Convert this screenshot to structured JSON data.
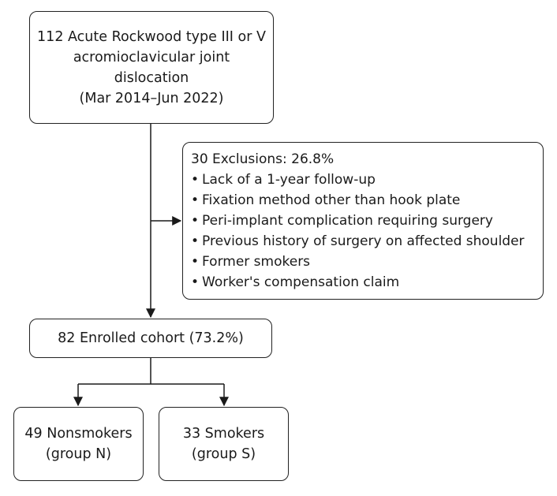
{
  "top_box": {
    "lines": [
      "112 Acute Rockwood type III or V",
      "acromioclavicular joint",
      "dislocation",
      "(Mar 2014–Jun 2022)"
    ]
  },
  "exclusions_box": {
    "title": "30 Exclusions: 26.8%",
    "items": [
      "Lack of a 1-year follow-up",
      "Fixation method other than hook plate",
      "Peri-implant complication requiring surgery",
      "Previous history of surgery on affected shoulder",
      "Former smokers",
      "Worker's compensation claim"
    ]
  },
  "enrolled_box": {
    "label": "82 Enrolled cohort (73.2%)"
  },
  "group_n_box": {
    "lines": [
      "49 Nonsmokers",
      "(group N)"
    ]
  },
  "group_s_box": {
    "lines": [
      "33 Smokers",
      "(group S)"
    ]
  },
  "colors": {
    "line": "#1a1a1a",
    "box_border": "#222222",
    "background": "#ffffff"
  }
}
